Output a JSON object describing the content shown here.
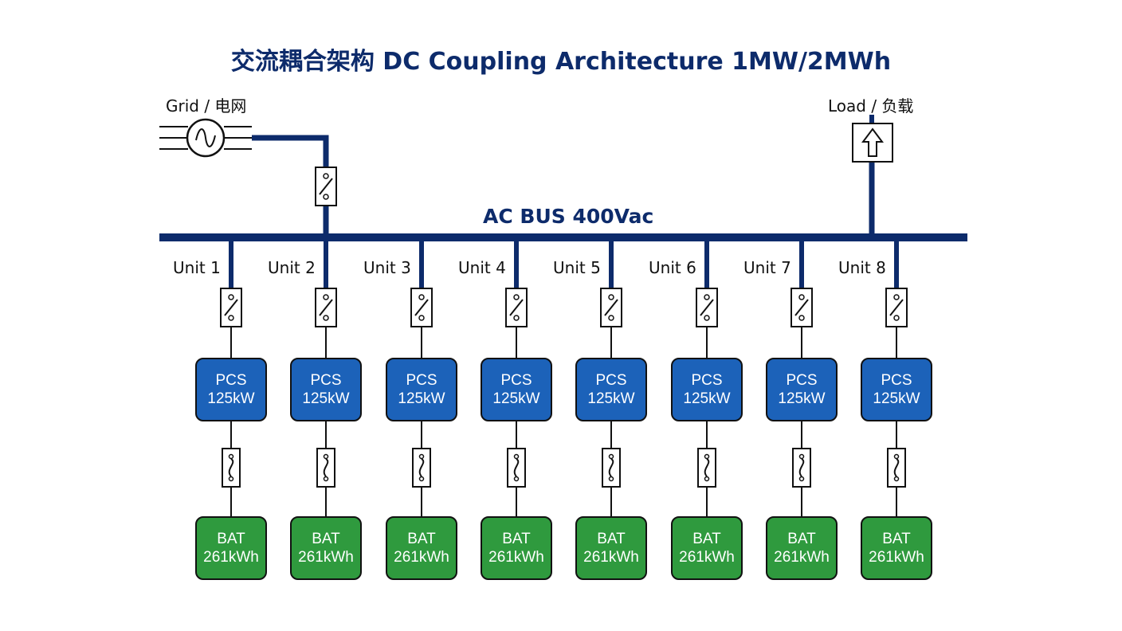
{
  "title": "交流耦合架构 DC Coupling Architecture 1MW/2MWh",
  "grid_label": "Grid / 电网",
  "load_label": "Load / 负载",
  "bus_label": "AC BUS 400Vac",
  "colors": {
    "bus": "#0d2b6b",
    "pcs": "#1c62b9",
    "bat": "#2f9a3e"
  },
  "units": [
    {
      "label": "Unit 1",
      "pcs_name": "PCS",
      "pcs_rating": "125kW",
      "bat_name": "BAT",
      "bat_capacity": "261kWh"
    },
    {
      "label": "Unit 2",
      "pcs_name": "PCS",
      "pcs_rating": "125kW",
      "bat_name": "BAT",
      "bat_capacity": "261kWh"
    },
    {
      "label": "Unit 3",
      "pcs_name": "PCS",
      "pcs_rating": "125kW",
      "bat_name": "BAT",
      "bat_capacity": "261kWh"
    },
    {
      "label": "Unit 4",
      "pcs_name": "PCS",
      "pcs_rating": "125kW",
      "bat_name": "BAT",
      "bat_capacity": "261kWh"
    },
    {
      "label": "Unit 5",
      "pcs_name": "PCS",
      "pcs_rating": "125kW",
      "bat_name": "BAT",
      "bat_capacity": "261kWh"
    },
    {
      "label": "Unit 6",
      "pcs_name": "PCS",
      "pcs_rating": "125kW",
      "bat_name": "BAT",
      "bat_capacity": "261kWh"
    },
    {
      "label": "Unit 7",
      "pcs_name": "PCS",
      "pcs_rating": "125kW",
      "bat_name": "BAT",
      "bat_capacity": "261kWh"
    },
    {
      "label": "Unit 8",
      "pcs_name": "PCS",
      "pcs_rating": "125kW",
      "bat_name": "BAT",
      "bat_capacity": "261kWh"
    }
  ]
}
